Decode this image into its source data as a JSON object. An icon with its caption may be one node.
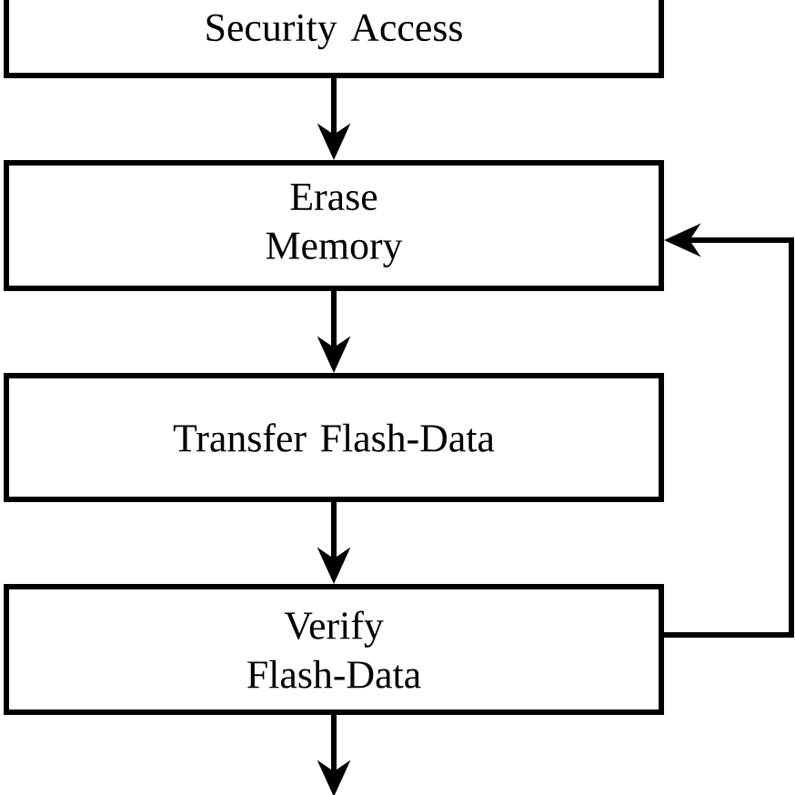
{
  "diagram": {
    "nodes": [
      {
        "text": [
          "Security Access"
        ]
      },
      {
        "text": [
          "Erase Memory"
        ]
      },
      {
        "text": [
          "Transfer Flash-Data"
        ]
      },
      {
        "text": [
          "Verify Flash-Data"
        ]
      }
    ],
    "edges": [
      {
        "from": 0,
        "to": 1,
        "arrow": "to"
      },
      {
        "from": 1,
        "to": 2,
        "arrow": "to"
      },
      {
        "from": 2,
        "to": 3,
        "arrow": "to"
      },
      {
        "from": 3,
        "to": 1,
        "arrow": "to"
      },
      {
        "from": 3,
        "to": null,
        "arrow": "to"
      }
    ]
  }
}
